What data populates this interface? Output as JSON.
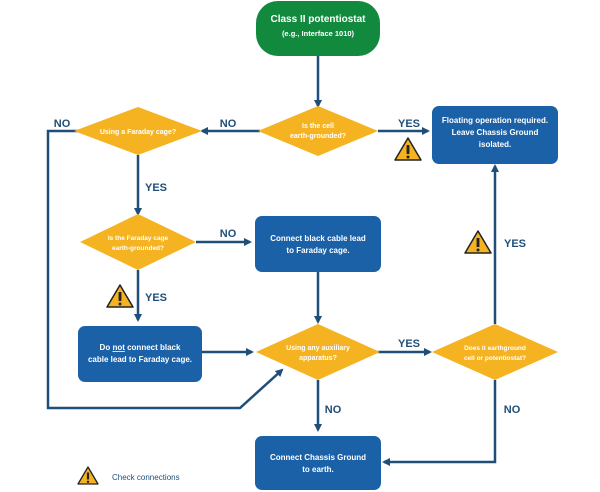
{
  "nodes": {
    "start": {
      "line1": "Class II potentiostat",
      "line2": "(e.g., Interface 1010)"
    },
    "cell_grounded": {
      "line1": "Is the cell",
      "line2": "earth-grounded?"
    },
    "faraday_cage": {
      "line1": "Using a Faraday cage?"
    },
    "floating": {
      "line1": "Floating operation required.",
      "line2": "Leave Chassis Ground",
      "line3": "isolated."
    },
    "cage_grounded": {
      "line1": "Is the Faraday cage",
      "line2": "earth-grounded?"
    },
    "connect_black": {
      "line1": "Connect black cable lead",
      "line2": "to Faraday cage."
    },
    "do_not_connect": {
      "line1_pre": "Do ",
      "line1_emph": "not",
      "line1_post": " connect black",
      "line2": "cable lead to Faraday cage."
    },
    "auxiliary": {
      "line1": "Using any auxiliary",
      "line2": "apparatus?"
    },
    "earthground_check": {
      "line1": "Does it earthground",
      "line2": "cell or potentiostat?"
    },
    "connect_chassis": {
      "line1": "Connect Chassis Ground",
      "line2": "to earth."
    }
  },
  "edge_labels": {
    "cell_no": "NO",
    "cell_yes": "YES",
    "cage_no": "NO",
    "cage_yes": "YES",
    "cage_grounded_no": "NO",
    "cage_grounded_yes": "YES",
    "aux_yes": "YES",
    "aux_no": "NO",
    "earth_yes": "YES",
    "earth_no": "NO"
  },
  "legend": {
    "label": "Check connections"
  },
  "colors": {
    "start": "#128a3e",
    "process": "#1a61a8",
    "decision": "#f5b321",
    "arrow": "#1f4e79",
    "warning_fill": "#f5b321"
  }
}
